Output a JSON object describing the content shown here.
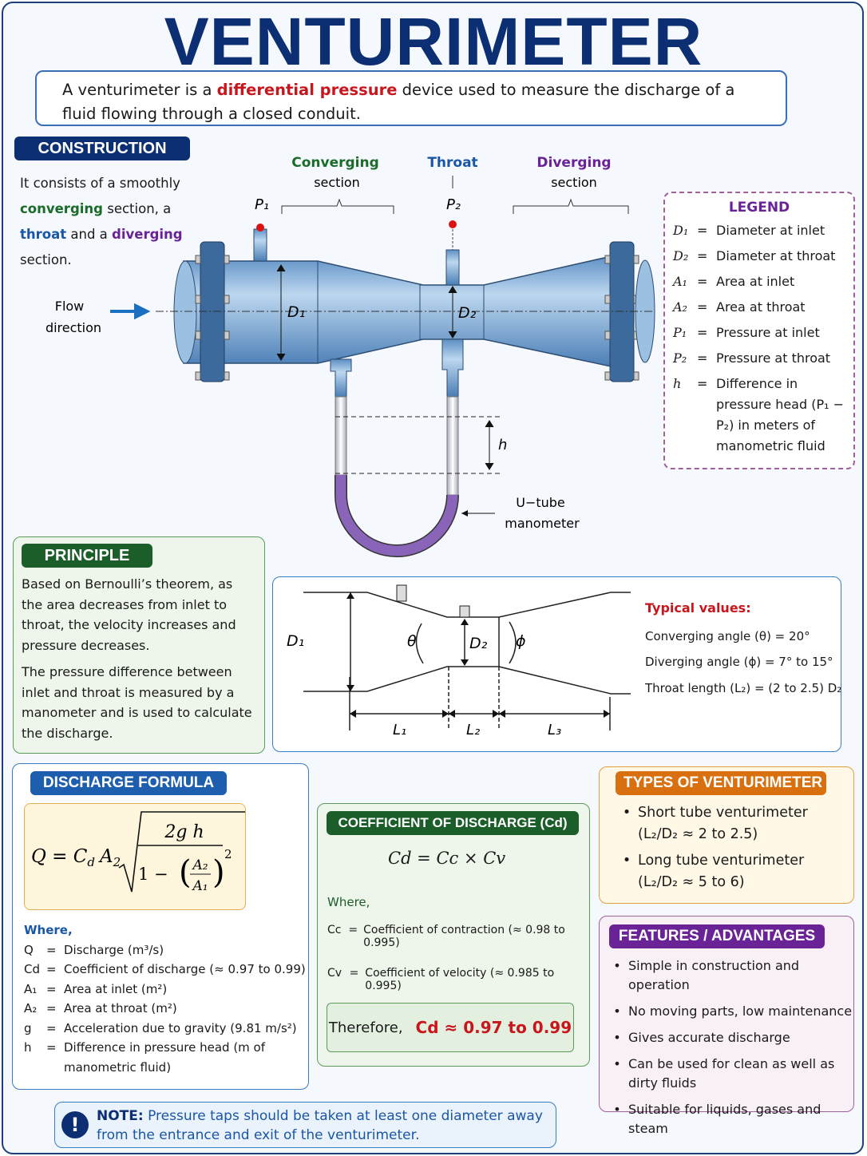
{
  "title": "VENTURIMETER",
  "intro": {
    "pre": "A venturimeter is a ",
    "highlight": "differential pressure",
    "post": " device used to measure the discharge of a fluid flowing through a closed conduit."
  },
  "construction": {
    "heading": "CONSTRUCTION",
    "t1": "It consists of a smoothly ",
    "w1": "converging",
    "t2": " section, a ",
    "w2": "throat",
    "t3": " and a ",
    "w3": "diverging",
    "t4": " section."
  },
  "diagram": {
    "converging": "Converging",
    "converging_sub": "section",
    "throat": "Throat",
    "diverging": "Diverging",
    "diverging_sub": "section",
    "p1": "P₁",
    "p2": "P₂",
    "d1": "D₁",
    "d2": "D₂",
    "flow1": "Flow",
    "flow2": "direction",
    "h": "h",
    "utube1": "U−tube",
    "utube2": "manometer"
  },
  "legend": {
    "title": "LEGEND",
    "items": [
      {
        "k": "D₁",
        "v": "Diameter at inlet"
      },
      {
        "k": "D₂",
        "v": "Diameter at throat"
      },
      {
        "k": "A₁",
        "v": "Area at inlet"
      },
      {
        "k": "A₂",
        "v": "Area at throat"
      },
      {
        "k": "P₁",
        "v": "Pressure at inlet"
      },
      {
        "k": "P₂",
        "v": "Pressure at throat"
      },
      {
        "k": "h",
        "v": "Difference in pressure head (P₁ − P₂) in meters of manometric fluid"
      }
    ]
  },
  "principle": {
    "heading": "PRINCIPLE",
    "p1": "Based on Bernoulli’s theorem, as the area decreases from inlet to throat, the velocity increases and pressure decreases.",
    "p2": "The pressure difference between inlet and throat is measured by a manometer and is used to calculate the discharge."
  },
  "dimensions": {
    "d1": "D₁",
    "d2": "D₂",
    "theta": "θ",
    "phi": "ϕ",
    "l1": "L₁",
    "l2": "L₂",
    "l3": "L₃",
    "typical_title": "Typical values:",
    "rows": [
      "Converging angle (θ)  =  20°",
      "Diverging angle (ϕ)    =  7° to 15°",
      "Throat length (L₂)  =  (2 to 2.5) D₂"
    ]
  },
  "discharge": {
    "heading": "DISCHARGE FORMULA",
    "lhs": "Q = C",
    "lhs_sub": "d",
    "a2": "A",
    "a2_sub": "2",
    "num": "2g h",
    "den1": "1 −",
    "fa2": "A₂",
    "fa1": "A₁",
    "exp": "2",
    "where": "Where,",
    "items": [
      {
        "k": "Q",
        "v": "Discharge (m³/s)"
      },
      {
        "k": "Cd",
        "v": "Coefficient of discharge (≈ 0.97 to 0.99)"
      },
      {
        "k": "A₁",
        "v": "Area at inlet (m²)"
      },
      {
        "k": "A₂",
        "v": "Area at throat (m²)"
      },
      {
        "k": "g",
        "v": "Acceleration due to gravity (9.81 m/s²)"
      },
      {
        "k": "h",
        "v": "Difference in pressure head (m of manometric fluid)"
      }
    ]
  },
  "coefficient": {
    "heading": "COEFFICIENT OF DISCHARGE (Cd)",
    "formula": "Cd  =  Cc × Cv",
    "where": "Where,",
    "items": [
      {
        "k": "Cc",
        "v": "Coefficient of contraction (≈ 0.98 to 0.995)"
      },
      {
        "k": "Cv",
        "v": "Coefficient of velocity (≈ 0.985 to 0.995)"
      }
    ],
    "therefore": "Therefore,",
    "result": "Cd ≈ 0.97 to 0.99"
  },
  "types": {
    "heading": "TYPES OF VENTURIMETER",
    "items": [
      {
        "name": "Short tube venturimeter",
        "range": "(L₂/D₂ ≈ 2 to 2.5)"
      },
      {
        "name": "Long tube venturimeter",
        "range": "(L₂/D₂ ≈ 5 to 6)"
      }
    ]
  },
  "features": {
    "heading": "FEATURES / ADVANTAGES",
    "items": [
      "Simple in construction and operation",
      "No moving parts, low maintenance",
      "Gives accurate discharge",
      "Can be used for clean as well as dirty fluids",
      "Suitable for liquids, gases and steam"
    ]
  },
  "note": {
    "label": "NOTE:",
    "text": "Pressure taps should be taken at least one diameter away from the entrance and exit of the venturimeter.",
    "icon": "exclamation-icon"
  },
  "colors": {
    "navy": "#0c2e72",
    "green": "#1b6b2a",
    "blue": "#1a56a6",
    "purple": "#6a2396",
    "orange": "#d9700f",
    "red": "#c8161d"
  }
}
